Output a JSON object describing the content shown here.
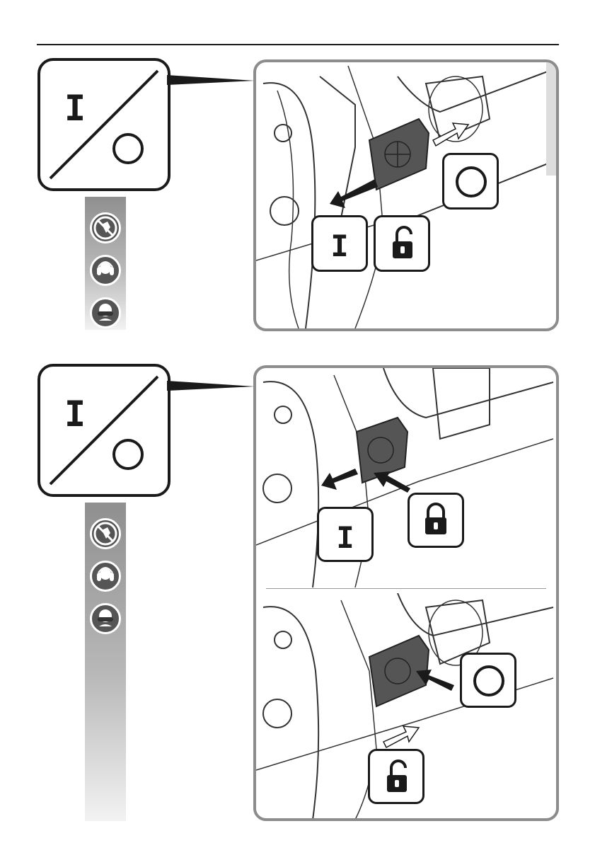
{
  "page": {
    "symbols": {
      "on_label": "I",
      "off_label": "O"
    },
    "safety_icons": [
      "no-gloves-icon",
      "ear-protection-icon",
      "eye-protection-icon"
    ],
    "illustrations": [
      {
        "id": "step-switch-on-unlocked",
        "symbols": [
          "I",
          "unlock-icon",
          "O"
        ]
      },
      {
        "id": "step-switch-lock",
        "symbols": [
          "I",
          "lock-icon"
        ]
      },
      {
        "id": "step-switch-off",
        "symbols": [
          "O",
          "unlock-icon"
        ]
      }
    ],
    "colors": {
      "line": "#1a1a1a",
      "frame": "#8c8c8c",
      "switch": "#555555"
    }
  }
}
